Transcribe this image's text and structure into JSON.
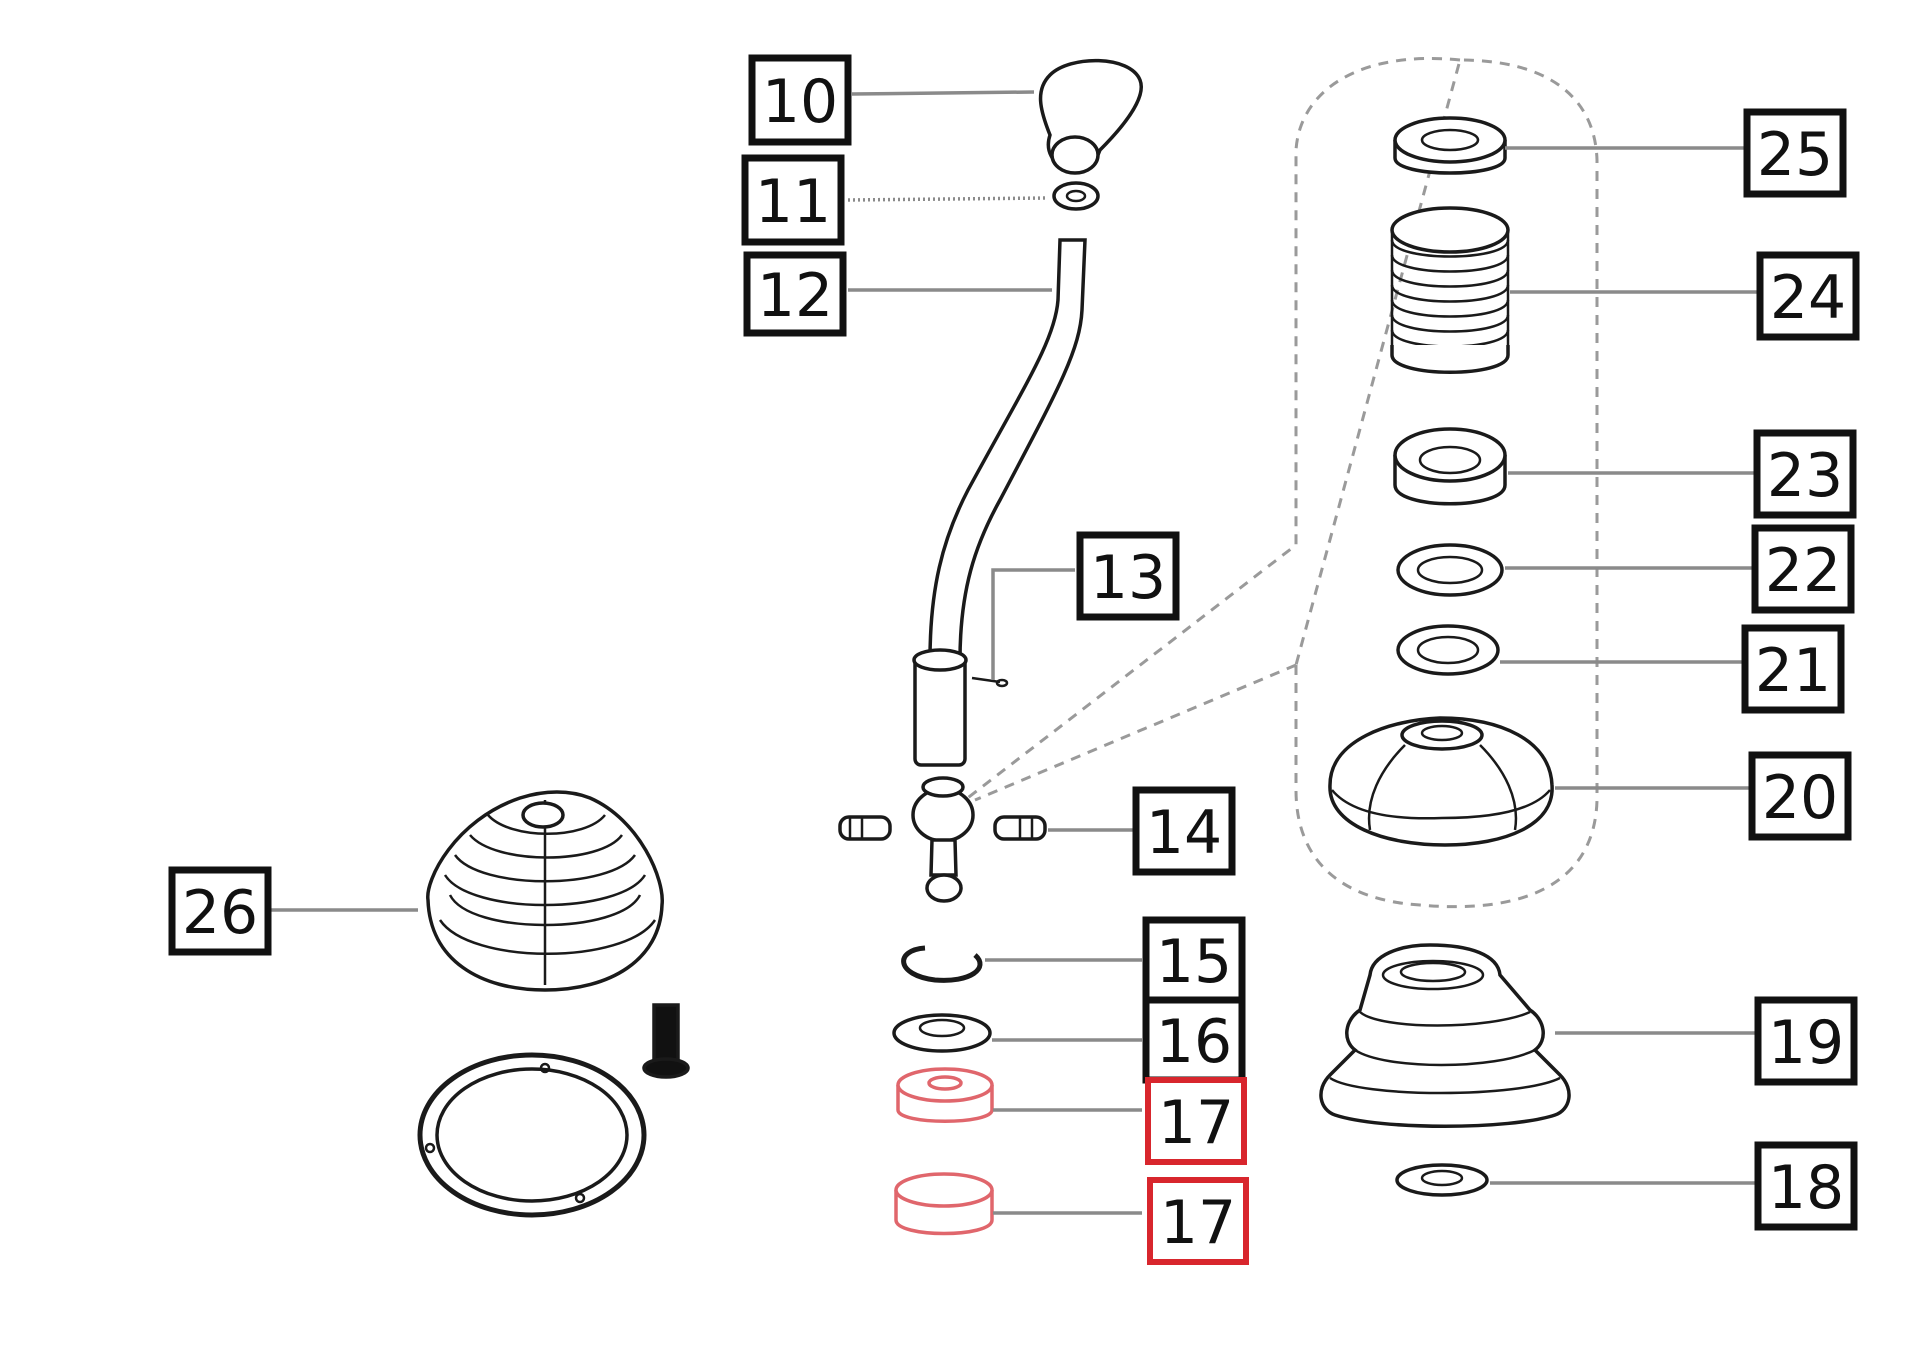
{
  "diagram": {
    "labels": [
      {
        "id": "10",
        "text": "10",
        "highlight": false
      },
      {
        "id": "11",
        "text": "11",
        "highlight": false
      },
      {
        "id": "12",
        "text": "12",
        "highlight": false
      },
      {
        "id": "13",
        "text": "13",
        "highlight": false
      },
      {
        "id": "14",
        "text": "14",
        "highlight": false
      },
      {
        "id": "15",
        "text": "15",
        "highlight": false
      },
      {
        "id": "16",
        "text": "16",
        "highlight": false
      },
      {
        "id": "17a",
        "text": "17",
        "highlight": true
      },
      {
        "id": "17b",
        "text": "17",
        "highlight": true
      },
      {
        "id": "18",
        "text": "18",
        "highlight": false
      },
      {
        "id": "19",
        "text": "19",
        "highlight": false
      },
      {
        "id": "20",
        "text": "20",
        "highlight": false
      },
      {
        "id": "21",
        "text": "21",
        "highlight": false
      },
      {
        "id": "22",
        "text": "22",
        "highlight": false
      },
      {
        "id": "23",
        "text": "23",
        "highlight": false
      },
      {
        "id": "24",
        "text": "24",
        "highlight": false
      },
      {
        "id": "25",
        "text": "25",
        "highlight": false
      },
      {
        "id": "26",
        "text": "26",
        "highlight": false
      }
    ],
    "colors": {
      "outline": "#1a1a1a",
      "leader": "#8a8a8a",
      "highlight": "#d8262d",
      "highlight_part": "#e0666c"
    }
  }
}
